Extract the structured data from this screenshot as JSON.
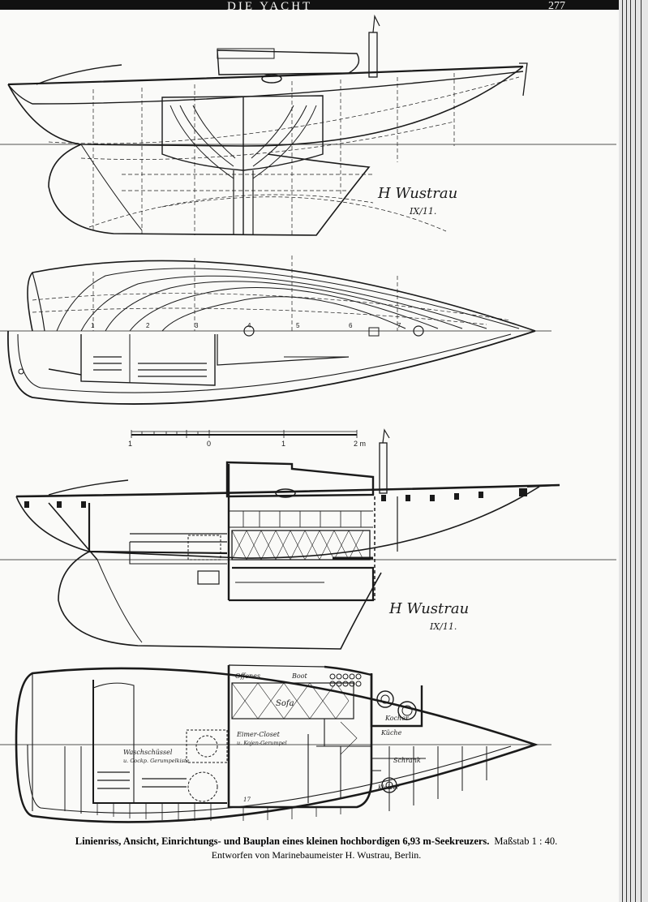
{
  "header": {
    "title": "DIE YACHT",
    "page_number": "277"
  },
  "drawings": {
    "signature_top": "H Wustrau",
    "signature_top_date": "IX/11.",
    "signature_bottom": "H Wustrau",
    "signature_bottom_date": "IX/11.",
    "scale_bar": {
      "labels": [
        "1",
        "0",
        "1",
        "2 m"
      ]
    },
    "station_numbers": [
      "1",
      "2",
      "3",
      "4",
      "5",
      "6",
      "7"
    ],
    "room_labels": {
      "offenes": "Offenes",
      "boot": "Boot",
      "sofa": "Sofa",
      "closet": "Eimer-Closet",
      "closet_sub": "u. Kojen-Gerumpel",
      "waschtisch": "Waschschüssel",
      "waschtisch_sub": "u. Cockp. Gerumpelkiste",
      "kueche": "Küche",
      "schrank": "Schrank",
      "kocher": "Kocher",
      "kleider": "Kleider",
      "closet_num": "17"
    }
  },
  "caption": {
    "line1": "Linienriss, Ansicht, Einrichtungs- und Bauplan eines kleinen hochbordigen 6,93 m-Seekreuzers.",
    "scale": "Maßstab 1 : 40.",
    "line2": "Entworfen von Marinebaumeister H. Wustrau, Berlin."
  }
}
